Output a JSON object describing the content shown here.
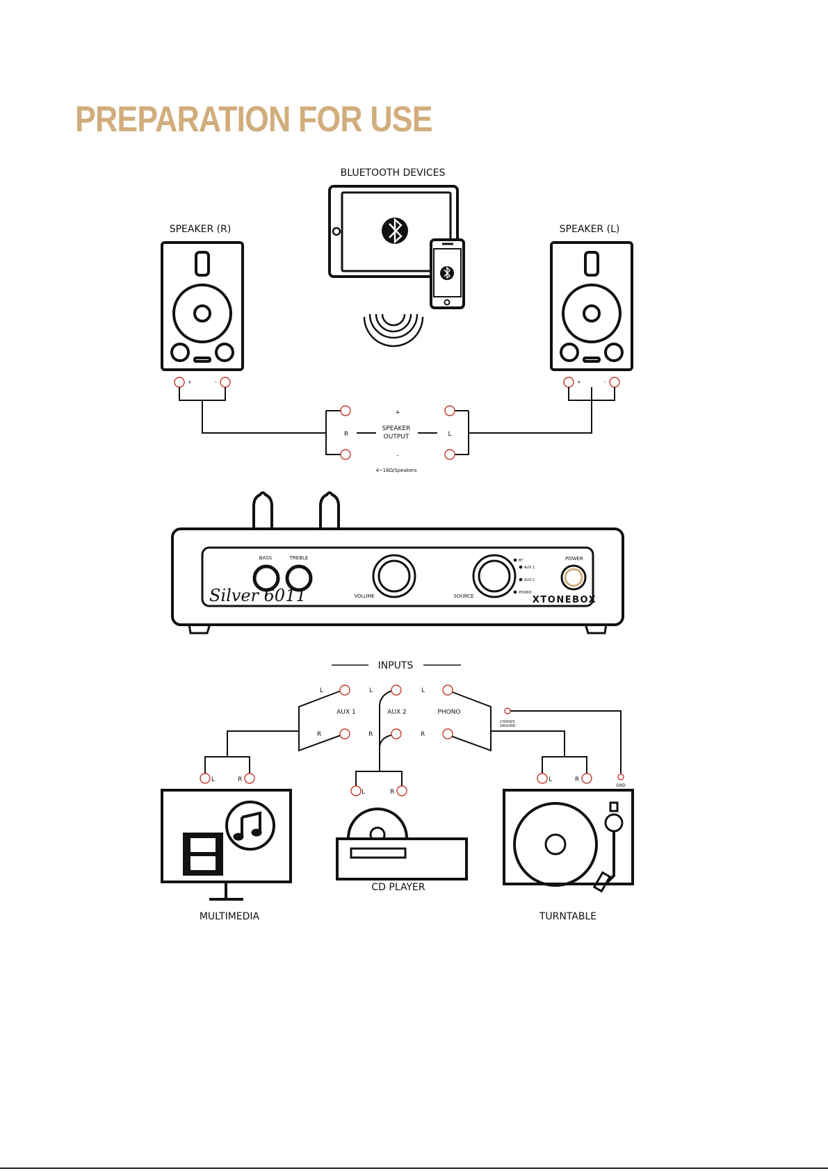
{
  "page": {
    "title": "PREPARATION FOR USE",
    "accent_color": "#d2ad7c"
  },
  "diagram": {
    "bluetooth_label": "BLUETOOTH DEVICES",
    "speaker_right_label": "SPEAKER (R)",
    "speaker_left_label": "SPEAKER (L)",
    "terminal_plus": "+",
    "terminal_minus": "-",
    "speaker_output": {
      "line1": "SPEAKER",
      "line2": "OUTPUT",
      "plus": "+",
      "minus": "-",
      "right": "R",
      "left": "L",
      "impedance": "4~16Ω/Speakers"
    },
    "amplifier": {
      "bass": "BASS",
      "treble": "TREBLE",
      "volume": "VOLUME",
      "source": "SOURCE",
      "power": "POWER",
      "model": "Silver 6011",
      "brand": "XTONEBOX",
      "source_options": [
        "BT",
        "AUX 1",
        "AUX 2",
        "PHONO"
      ]
    },
    "inputs": {
      "title": "INPUTS",
      "aux1": "AUX 1",
      "aux2": "AUX 2",
      "phono": "PHONO",
      "left": "L",
      "right": "R",
      "chassis_line1": "CHASSIS",
      "chassis_line2": "GROUND",
      "gnd": "GND"
    },
    "devices": {
      "multimedia": "MULTIMEDIA",
      "cd_player": "CD PLAYER",
      "turntable": "TURNTABLE"
    }
  }
}
